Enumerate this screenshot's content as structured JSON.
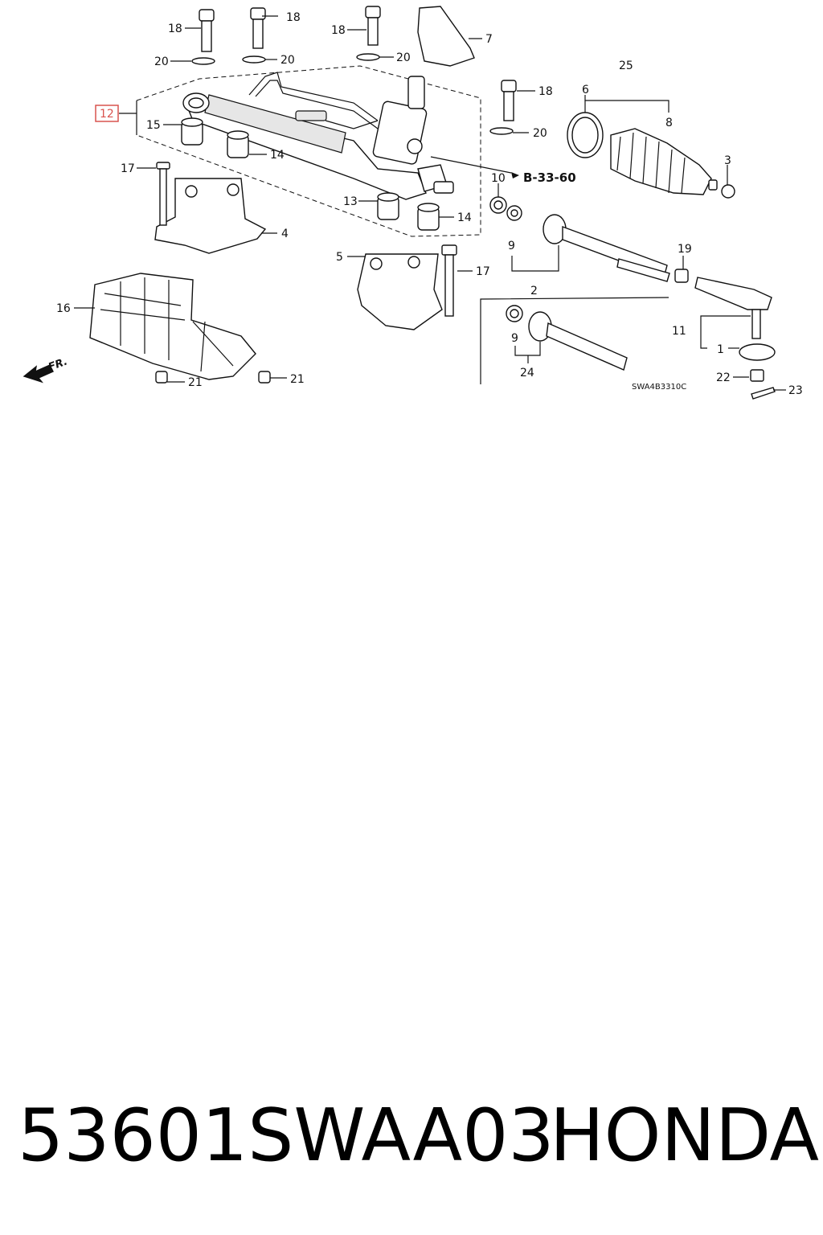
{
  "diagram": {
    "callouts": [
      {
        "id": "c18a",
        "text": "18"
      },
      {
        "id": "c18b",
        "text": "18"
      },
      {
        "id": "c18c",
        "text": "18"
      },
      {
        "id": "c18d",
        "text": "18"
      },
      {
        "id": "c20a",
        "text": "20"
      },
      {
        "id": "c20b",
        "text": "20"
      },
      {
        "id": "c20c",
        "text": "20"
      },
      {
        "id": "c20d",
        "text": "20"
      },
      {
        "id": "c7",
        "text": "7"
      },
      {
        "id": "c12",
        "text": "12"
      },
      {
        "id": "c15",
        "text": "15"
      },
      {
        "id": "c14a",
        "text": "14"
      },
      {
        "id": "c14b",
        "text": "14"
      },
      {
        "id": "c13",
        "text": "13"
      },
      {
        "id": "c17a",
        "text": "17"
      },
      {
        "id": "c17b",
        "text": "17"
      },
      {
        "id": "c4",
        "text": "4"
      },
      {
        "id": "c5",
        "text": "5"
      },
      {
        "id": "c16",
        "text": "16"
      },
      {
        "id": "c21a",
        "text": "21"
      },
      {
        "id": "c21b",
        "text": "21"
      },
      {
        "id": "c25",
        "text": "25"
      },
      {
        "id": "c6",
        "text": "6"
      },
      {
        "id": "c8",
        "text": "8"
      },
      {
        "id": "c3",
        "text": "3"
      },
      {
        "id": "c10",
        "text": "10"
      },
      {
        "id": "c9a",
        "text": "9"
      },
      {
        "id": "c9b",
        "text": "9"
      },
      {
        "id": "c2",
        "text": "2"
      },
      {
        "id": "c19",
        "text": "19"
      },
      {
        "id": "c11",
        "text": "11"
      },
      {
        "id": "c1",
        "text": "1"
      },
      {
        "id": "c24",
        "text": "24"
      },
      {
        "id": "c22",
        "text": "22"
      },
      {
        "id": "c23",
        "text": "23"
      }
    ],
    "reference": "B-33-60",
    "front_marker": "FR.",
    "diagram_code": "SWA4B3310C",
    "highlight_color": "#d9534f"
  },
  "footer": {
    "part_number": "53601SWAA03",
    "brand": "HONDA"
  }
}
